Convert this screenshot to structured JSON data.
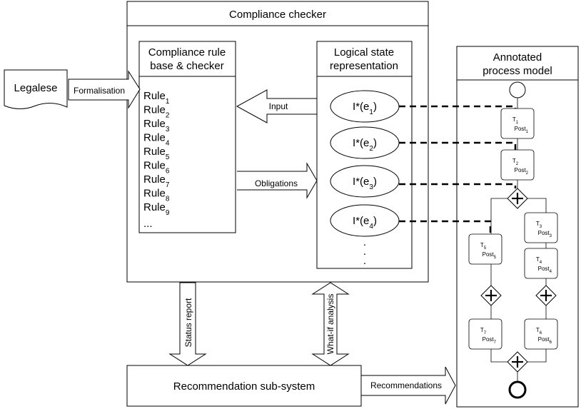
{
  "compliance_checker": {
    "title": "Compliance checker",
    "rule_base": {
      "title_line1": "Compliance rule",
      "title_line2": "base & checker",
      "rule_prefix": "Rule",
      "rule_subscripts": [
        "1",
        "2",
        "3",
        "4",
        "5",
        "6",
        "7",
        "8",
        "9"
      ],
      "more": "..."
    },
    "logical_state": {
      "title_line1": "Logical state",
      "title_line2": "representation",
      "state_prefix": "I*(e",
      "state_suffix": ")",
      "state_subscripts": [
        "1",
        "2",
        "3",
        "4"
      ],
      "more": "."
    },
    "input_label": "Input",
    "obligations_label": "Obligations"
  },
  "legalese": {
    "label": "Legalese",
    "formalisation_label": "Formalisation"
  },
  "process_model": {
    "title_line1": "Annotated",
    "title_line2": "process model",
    "task_prefix": "T",
    "post_prefix": "Post",
    "tasks": [
      {
        "id": "1",
        "post": "1"
      },
      {
        "id": "2",
        "post": "2"
      },
      {
        "id": "3",
        "post": "3"
      },
      {
        "id": "4",
        "post": "4"
      },
      {
        "id": "5",
        "post": "5"
      },
      {
        "id": "6",
        "post": "6"
      },
      {
        "id": "7",
        "post": "7"
      }
    ],
    "gateway_symbol": "+"
  },
  "status_report_label": "Status report",
  "what_if_label": "What-if analysis",
  "recommendation": {
    "label": "Recommendation sub-system",
    "output_label": "Recommendations"
  }
}
